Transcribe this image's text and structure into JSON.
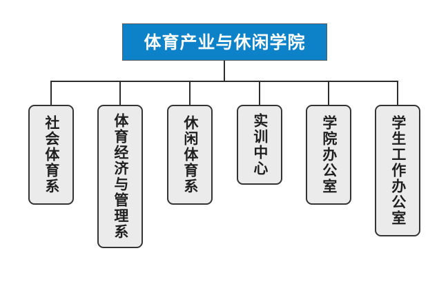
{
  "chart_data": {
    "type": "diagram",
    "diagram_type": "organizational-hierarchy-tree",
    "title": "体育产业与休闲学院",
    "orientation": "top-down",
    "levels": 2,
    "node_count": 7,
    "root": {
      "label": "体育产业与休闲学院",
      "fill_color": "#0d82c9",
      "text_color": "#ffffff",
      "border_color": "#5a5a5a",
      "shape": "rectangle"
    },
    "children": [
      {
        "label": "社会体育系",
        "char_count": 5
      },
      {
        "label": "体育经济与管理系",
        "char_count": 8
      },
      {
        "label": "休闲体育系",
        "char_count": 5
      },
      {
        "label": "实训中心",
        "char_count": 4
      },
      {
        "label": "学院办公室",
        "char_count": 5
      },
      {
        "label": "学生工作办公室",
        "char_count": 7
      }
    ],
    "child_style": {
      "fill_color": "#ebebeb",
      "text_color": "#1f1f1f",
      "border_color": "#333333",
      "shape": "rounded-rectangle",
      "text_direction": "vertical"
    },
    "connector_color": "#2b2b2b",
    "background_color": "#ffffff"
  },
  "diagram": {
    "root": {
      "label": "体育产业与休闲学院"
    },
    "nodes": [
      {
        "label": "社会体育系"
      },
      {
        "label": "体育经济与管理系"
      },
      {
        "label": "休闲体育系"
      },
      {
        "label": "实训中心"
      },
      {
        "label": "学院办公室"
      },
      {
        "label": "学生工作办公室"
      }
    ]
  }
}
